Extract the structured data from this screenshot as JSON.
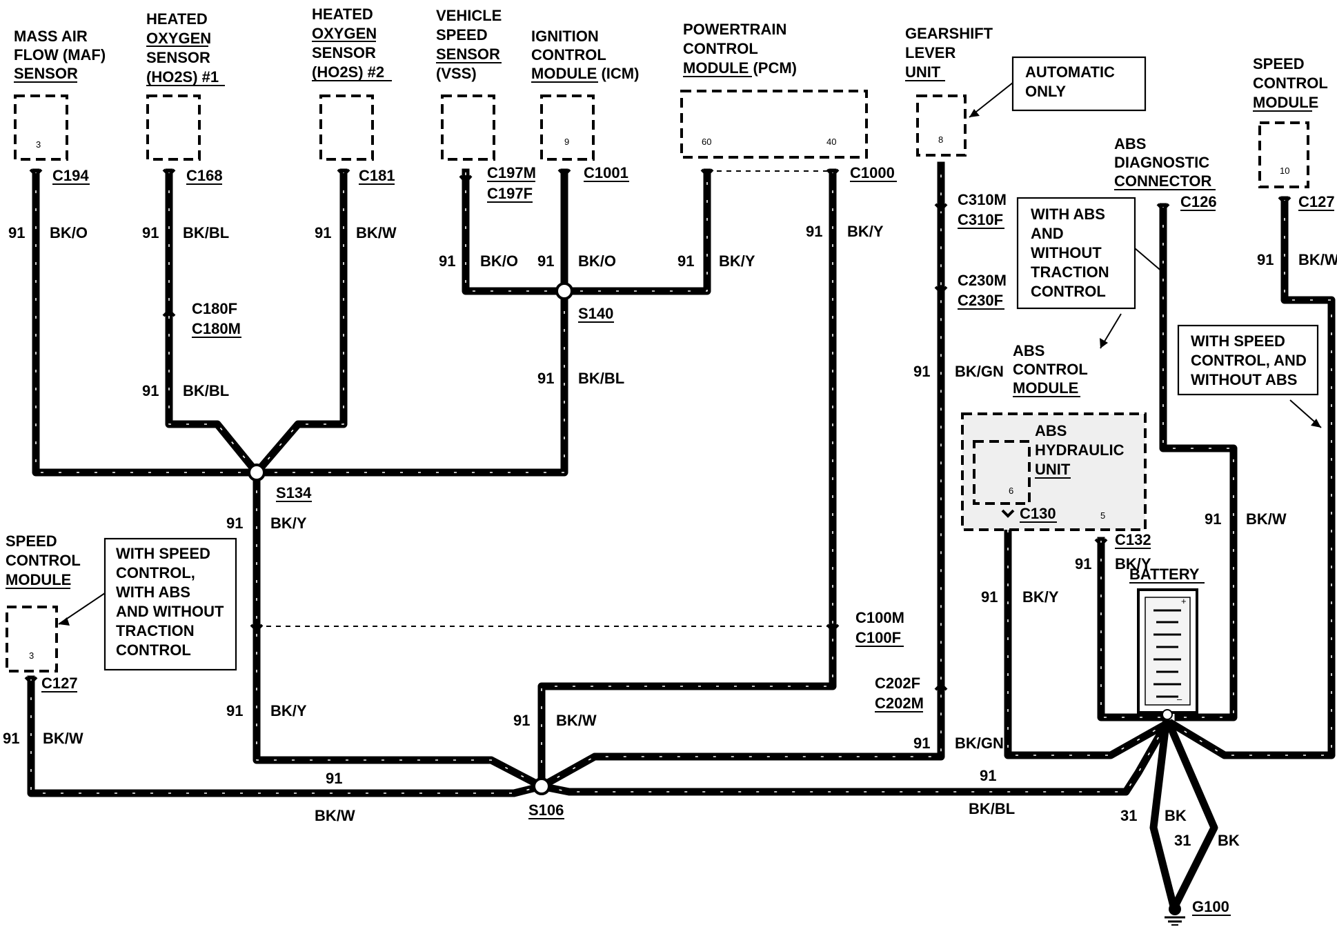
{
  "components": [
    {
      "name": "maf-sensor",
      "lines": [
        "MASS AIR",
        "FLOW (MAF)",
        "SENSOR"
      ],
      "pin": "3",
      "connector": "C194"
    },
    {
      "name": "ho2s-1",
      "lines": [
        "HEATED",
        "OXYGEN",
        "SENSOR",
        "(HO2S) #1"
      ],
      "pin": "",
      "connector": "C168"
    },
    {
      "name": "ho2s-2",
      "lines": [
        "HEATED",
        "OXYGEN",
        "SENSOR",
        "(HO2S) #2"
      ],
      "pin": "",
      "connector": "C181"
    },
    {
      "name": "vss",
      "lines": [
        "VEHICLE",
        "SPEED",
        "SENSOR",
        "(VSS)"
      ],
      "pin": "",
      "connector": "C197M",
      "connector2": "C197F"
    },
    {
      "name": "icm",
      "lines": [
        "IGNITION",
        "CONTROL",
        "MODULE (ICM)"
      ],
      "pin": "9",
      "connector": "C1001"
    },
    {
      "name": "pcm",
      "lines": [
        "POWERTRAIN",
        "CONTROL",
        "MODULE (PCM)"
      ],
      "pin": "60",
      "pin2": "40",
      "connector": "C1000"
    },
    {
      "name": "gearshift",
      "lines": [
        "GEARSHIFT",
        "LEVER",
        "UNIT"
      ],
      "pin": "8"
    },
    {
      "name": "speed-control-right",
      "lines": [
        "SPEED",
        "CONTROL",
        "MODULE"
      ],
      "pin": "10",
      "connector": "C127"
    },
    {
      "name": "abs-diag",
      "lines": [
        "ABS",
        "DIAGNOSTIC",
        "CONNECTOR"
      ],
      "connector": "C126"
    },
    {
      "name": "abs-module",
      "lines": [
        "ABS",
        "CONTROL",
        "MODULE"
      ],
      "pin": "5",
      "connector": "C132"
    },
    {
      "name": "abs-hydraulic",
      "lines": [
        "ABS",
        "HYDRAULIC",
        "UNIT"
      ],
      "pin": "6",
      "connector": "C130"
    },
    {
      "name": "speed-control-left",
      "lines": [
        "SPEED",
        "CONTROL",
        "MODULE"
      ],
      "pin": "3",
      "connector": "C127"
    },
    {
      "name": "battery",
      "lines": [
        "BATTERY"
      ]
    }
  ],
  "notes": [
    [
      "AUTOMATIC",
      "ONLY"
    ],
    [
      "WITH ABS",
      "AND",
      "WITHOUT",
      "TRACTION",
      "CONTROL"
    ],
    [
      "WITH SPEED",
      "CONTROL, AND",
      "WITHOUT ABS"
    ],
    [
      "WITH SPEED",
      "CONTROL,",
      "WITH ABS",
      "AND WITHOUT",
      "TRACTION",
      "CONTROL"
    ]
  ],
  "splices": [
    "S134",
    "S140",
    "S106"
  ],
  "inline_connectors": [
    [
      "C180F",
      "C180M"
    ],
    [
      "C310M",
      "C310F"
    ],
    [
      "C230M",
      "C230F"
    ],
    [
      "C100M",
      "C100F"
    ],
    [
      "C202F",
      "C202M"
    ]
  ],
  "ground": "G100",
  "wires": {
    "maf": {
      "circuit": "91",
      "color": "BK/O"
    },
    "ho2s1_up": {
      "circuit": "91",
      "color": "BK/BL"
    },
    "ho2s1_down": {
      "circuit": "91",
      "color": "BK/BL"
    },
    "ho2s2": {
      "circuit": "91",
      "color": "BK/W"
    },
    "vss": {
      "circuit": "91",
      "color": "BK/O"
    },
    "icm": {
      "circuit": "91",
      "color": "BK/O"
    },
    "pcm60": {
      "circuit": "91",
      "color": "BK/Y"
    },
    "s140_down": {
      "circuit": "91",
      "color": "BK/BL"
    },
    "pcm40": {
      "circuit": "91",
      "color": "BK/Y"
    },
    "s134_down": {
      "circuit": "91",
      "color": "BK/Y"
    },
    "s134_lower": {
      "circuit": "91",
      "color": "BK/Y"
    },
    "c100_down": {
      "circuit": "91",
      "color": "BK/W"
    },
    "gearshift": {
      "circuit": "91",
      "color": "BK/GN"
    },
    "gearshift_low": {
      "circuit": "91",
      "color": "BK/GN"
    },
    "abs_diag_right": {
      "circuit": "91",
      "color": "BK/W"
    },
    "speed_right": {
      "circuit": "91",
      "color": "BK/W"
    },
    "hydraulic": {
      "circuit": "91",
      "color": "BK/Y"
    },
    "abs_module": {
      "circuit": "91",
      "color": "BK/Y"
    },
    "speed_left": {
      "circuit": "91",
      "color": "BK/W"
    },
    "bottom_left": {
      "circuit": "91",
      "color": "BK/W"
    },
    "bottom_right": {
      "circuit": "91",
      "color": "BK/BL"
    },
    "ground1": {
      "circuit": "31",
      "color": "BK"
    },
    "ground2": {
      "circuit": "31",
      "color": "BK"
    }
  }
}
